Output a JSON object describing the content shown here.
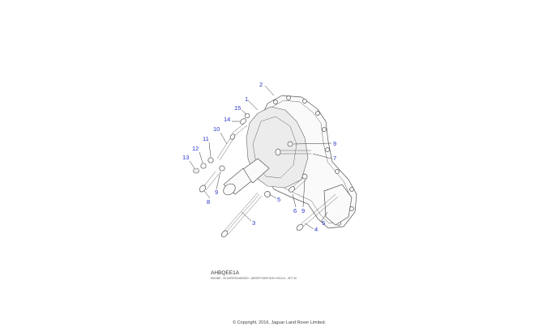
{
  "diagram": {
    "reference_code": "AHBQEE1A",
    "caption": "ENGINE - V6 SUPERCHARGED - WATER PUMP NON VSC/LVL - SET 30",
    "copyright": "© Copyright, 2016, Jaguar Land Rover Limited.",
    "callouts": [
      "1",
      "2",
      "3",
      "4",
      "5",
      "5",
      "6",
      "7",
      "8",
      "9",
      "9",
      "9",
      "10",
      "11",
      "12",
      "13",
      "14",
      "15"
    ],
    "colors": {
      "callout": "#2a35c9",
      "line": "#555555",
      "background": "#ffffff"
    }
  }
}
